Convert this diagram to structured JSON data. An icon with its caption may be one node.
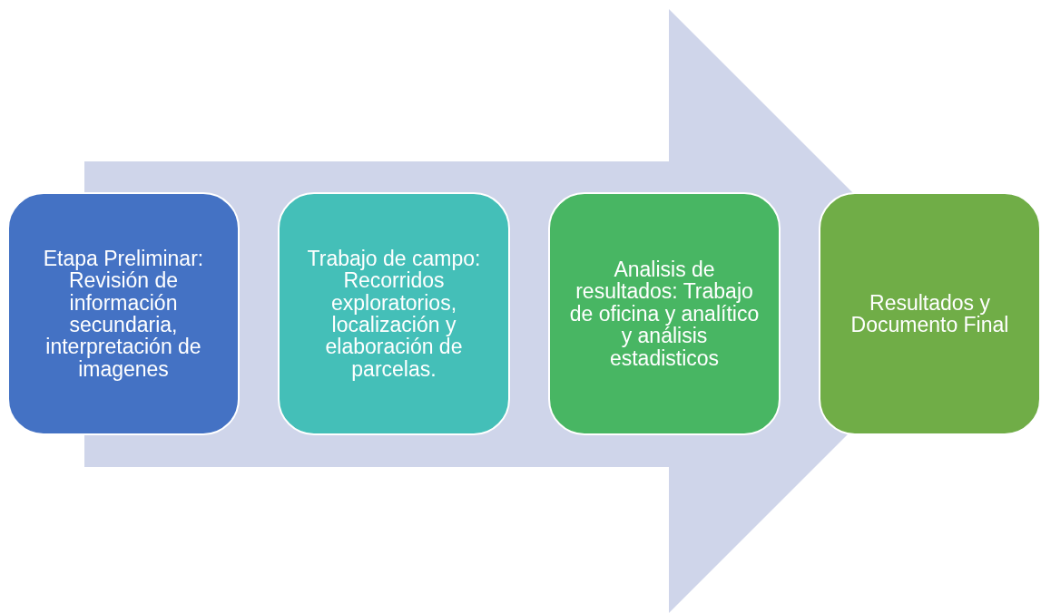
{
  "diagram": {
    "nodes": [
      {
        "text": [
          "Etapa Preliminar: Revisión de información secundaria, interpretación de imagenes"
        ]
      },
      {
        "text": [
          "Trabajo de campo: Recorridos exploratorios, localización y elaboración de parcelas."
        ]
      },
      {
        "text": [
          "Analisis de resultados: Trabajo de oficina y analítico y análisis estadisticos"
        ]
      },
      {
        "text": [
          "Resultados y Documento Final"
        ]
      }
    ],
    "edges": [
      {
        "from": 0,
        "to": 3,
        "arrow": "to"
      }
    ]
  }
}
